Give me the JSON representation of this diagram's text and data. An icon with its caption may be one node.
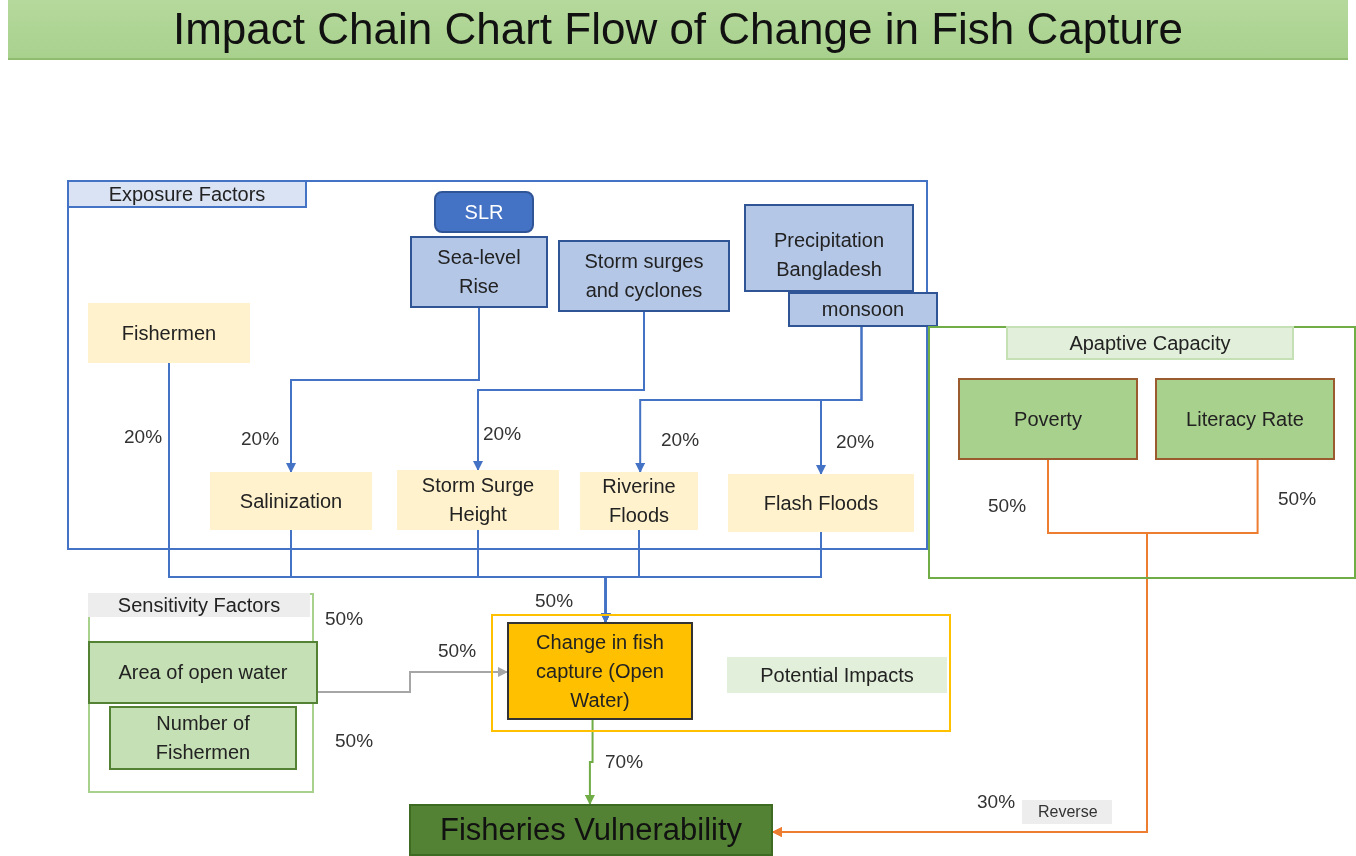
{
  "diagram": {
    "title": "Impact Chain Chart Flow of Change in Fish Capture",
    "nodes": [
      {
        "text": [
          "Exposure Factors"
        ]
      },
      {
        "text": [
          "SLR"
        ],
        "in": 0
      },
      {
        "text": [
          "Sea-level Rise"
        ],
        "in": 0
      },
      {
        "text": [
          "Storm surges and cyclones"
        ],
        "in": 0
      },
      {
        "text": [
          "Precipitation Bangladesh"
        ],
        "in": 0
      },
      {
        "text": [
          "monsoon"
        ]
      },
      {
        "text": [
          "Fishermen"
        ],
        "in": 0
      },
      {
        "text": [
          "Salinization"
        ],
        "in": 0
      },
      {
        "text": [
          "Storm Surge Height"
        ],
        "in": 0
      },
      {
        "text": [
          "Riverine Floods"
        ],
        "in": 0
      },
      {
        "text": [
          "Flash Floods"
        ],
        "in": 0
      },
      {
        "text": [
          "Apaptive Capacity"
        ]
      },
      {
        "text": [
          "Poverty"
        ],
        "in": 11
      },
      {
        "text": [
          "Literacy Rate"
        ],
        "in": 11
      },
      {
        "text": [
          "Sensitivity Factors"
        ]
      },
      {
        "text": [
          "Area of open water"
        ],
        "in": 14
      },
      {
        "text": [
          "Number of Fishermen"
        ],
        "in": 14
      },
      {
        "text": [
          "Potential Impacts"
        ]
      },
      {
        "text": [
          "Change in fish capture (Open Water)"
        ],
        "in": 17
      },
      {
        "text": [
          "Fisheries Vulnerability"
        ]
      }
    ],
    "edges": [
      {
        "from": 2,
        "to": 7,
        "arrow": "to",
        "label": "20%"
      },
      {
        "from": 3,
        "to": 8,
        "arrow": "to",
        "label": "20%"
      },
      {
        "from": 5,
        "to": 9,
        "arrow": "to",
        "label": "20%"
      },
      {
        "from": 5,
        "to": 10,
        "arrow": "to",
        "label": "20%"
      },
      {
        "from": 6,
        "to": 18,
        "arrow": "to",
        "label": "20%"
      },
      {
        "from": 7,
        "to": 18,
        "arrow": "to"
      },
      {
        "from": 8,
        "to": 18,
        "arrow": "to"
      },
      {
        "from": 9,
        "to": 18,
        "arrow": "to"
      },
      {
        "from": 10,
        "to": 18,
        "arrow": "to"
      },
      {
        "from": 15,
        "to": 18,
        "arrow": "to",
        "label": "50%",
        "color": "#a6a6a6"
      },
      {
        "from": 18,
        "to": 19,
        "arrow": "to",
        "label": "70%",
        "color": "#70ad47"
      },
      {
        "from": 12,
        "to": 19,
        "arrow": "to",
        "label": "50%",
        "color": "#ed7d31"
      },
      {
        "from": 13,
        "to": 19,
        "arrow": "to",
        "label": "50%",
        "color": "#ed7d31"
      }
    ],
    "labels": [
      "50%",
      "50%",
      "50%",
      "30%",
      "Reverse"
    ]
  }
}
